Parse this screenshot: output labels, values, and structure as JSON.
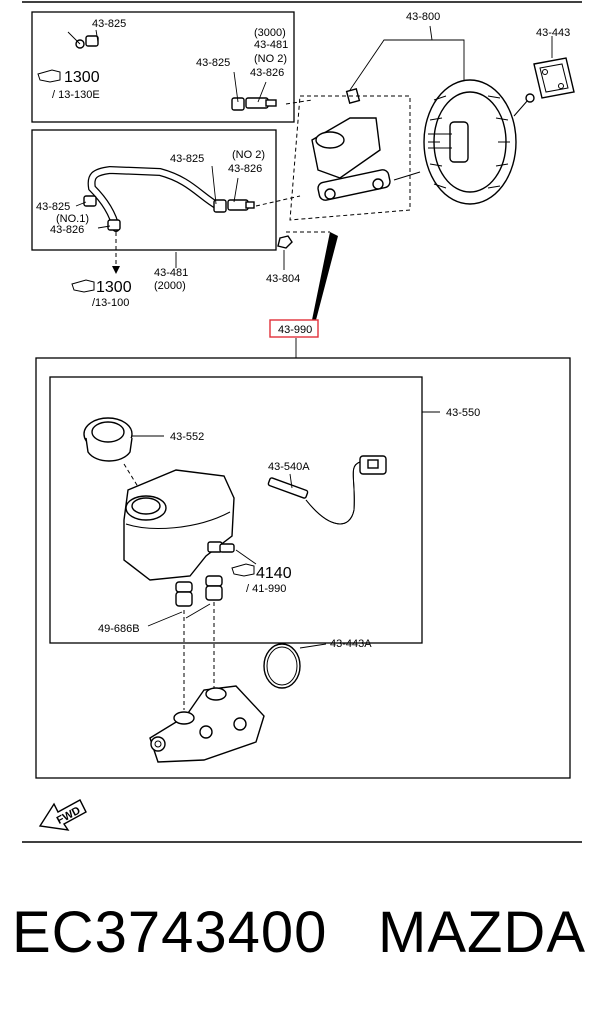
{
  "labels": {
    "top_box_825_a": "43-825",
    "top_box_825_b": "43-825",
    "top_box_3000": "(3000)",
    "top_box_481": "43-481",
    "top_box_no2": "(NO 2)",
    "top_box_826": "43-826",
    "top_box_ref": "1300",
    "top_box_ref_sub": "/ 13-130E",
    "mid_box_825_a": "43-825",
    "mid_box_no2": "(NO 2)",
    "mid_box_826": "43-826",
    "mid_box_825_b": "43-825",
    "mid_box_no1": "(NO.1)",
    "mid_box_826_b": "43-826",
    "mid_ref": "1300",
    "mid_ref_sub": "/13-100",
    "mid_481": "43-481",
    "mid_2000": "(2000)",
    "booster": "43-800",
    "gasket": "43-443",
    "nut": "43-804",
    "assembly": "43-990",
    "kit": "43-550",
    "cap": "43-552",
    "sensor": "43-540A",
    "ref_4140": "4140",
    "ref_4140_sub": "/ 41-990",
    "grommet": "49-686B",
    "oring": "43-443A",
    "fwd": "FWD"
  },
  "highlight_color": "#e0303a",
  "footer": {
    "part_number": "EC3743400",
    "brand": "MAZDA"
  }
}
